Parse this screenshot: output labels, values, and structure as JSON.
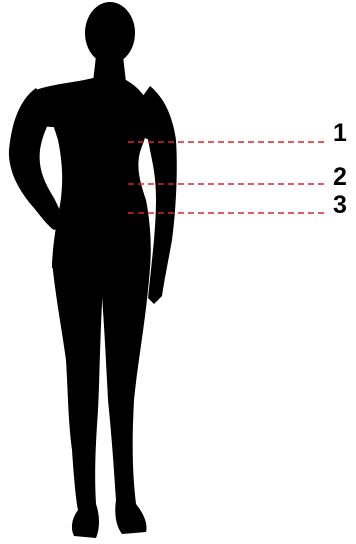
{
  "colors": {
    "silhouette": "#000000",
    "guide_line": "#e0202a",
    "label": "#000000",
    "background": "#ffffff"
  },
  "measurement_lines": [
    {
      "id": "1",
      "label": "1"
    },
    {
      "id": "2",
      "label": "2"
    },
    {
      "id": "3",
      "label": "3"
    }
  ]
}
